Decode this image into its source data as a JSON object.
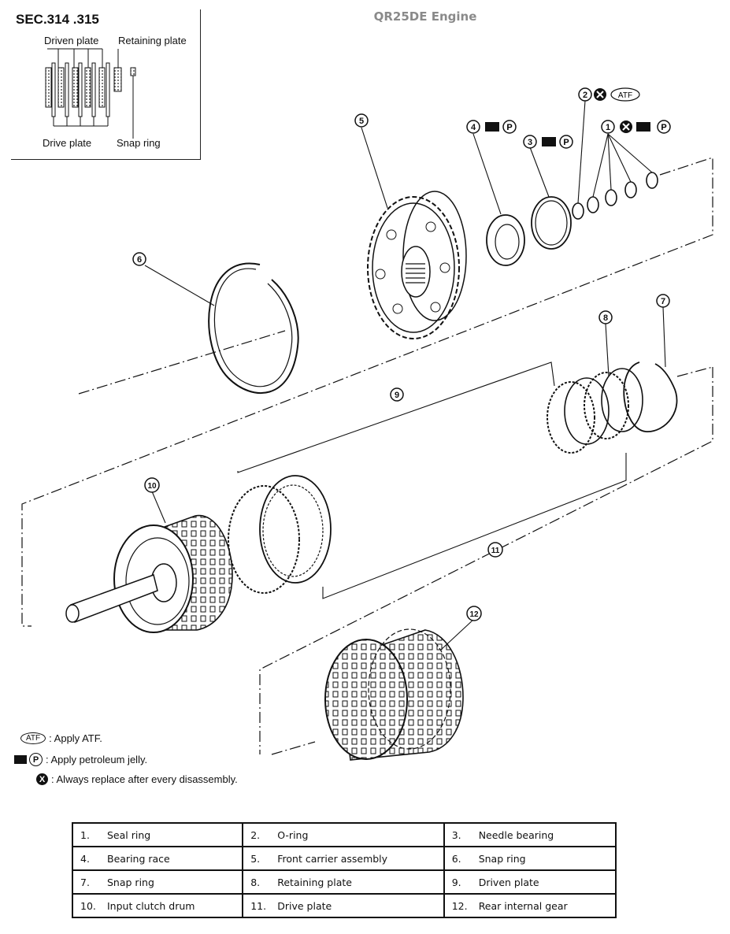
{
  "page_title": "QR25DE Engine",
  "inset": {
    "section": "SEC.314 .315",
    "driven_plate": "Driven plate",
    "retaining_plate": "Retaining plate",
    "drive_plate": "Drive plate",
    "snap_ring": "Snap ring"
  },
  "callouts": [
    "1",
    "2",
    "3",
    "4",
    "5",
    "6",
    "7",
    "8",
    "9",
    "10",
    "11",
    "12"
  ],
  "symbols": {
    "atf": "ATF",
    "petroleum": "P",
    "replace": "X"
  },
  "legend": {
    "atf": ": Apply ATF.",
    "petroleum": ": Apply petroleum jelly.",
    "replace": ": Always replace after every disassembly."
  },
  "parts": [
    [
      {
        "num": "1.",
        "name": "Seal ring"
      },
      {
        "num": "2.",
        "name": "O-ring"
      },
      {
        "num": "3.",
        "name": "Needle bearing"
      }
    ],
    [
      {
        "num": "4.",
        "name": "Bearing race"
      },
      {
        "num": "5.",
        "name": "Front carrier assembly"
      },
      {
        "num": "6.",
        "name": "Snap ring"
      }
    ],
    [
      {
        "num": "7.",
        "name": "Snap ring"
      },
      {
        "num": "8.",
        "name": "Retaining plate"
      },
      {
        "num": "9.",
        "name": "Driven plate"
      }
    ],
    [
      {
        "num": "10.",
        "name": "Input clutch drum"
      },
      {
        "num": "11.",
        "name": "Drive plate"
      },
      {
        "num": "12.",
        "name": "Rear internal gear"
      }
    ]
  ]
}
